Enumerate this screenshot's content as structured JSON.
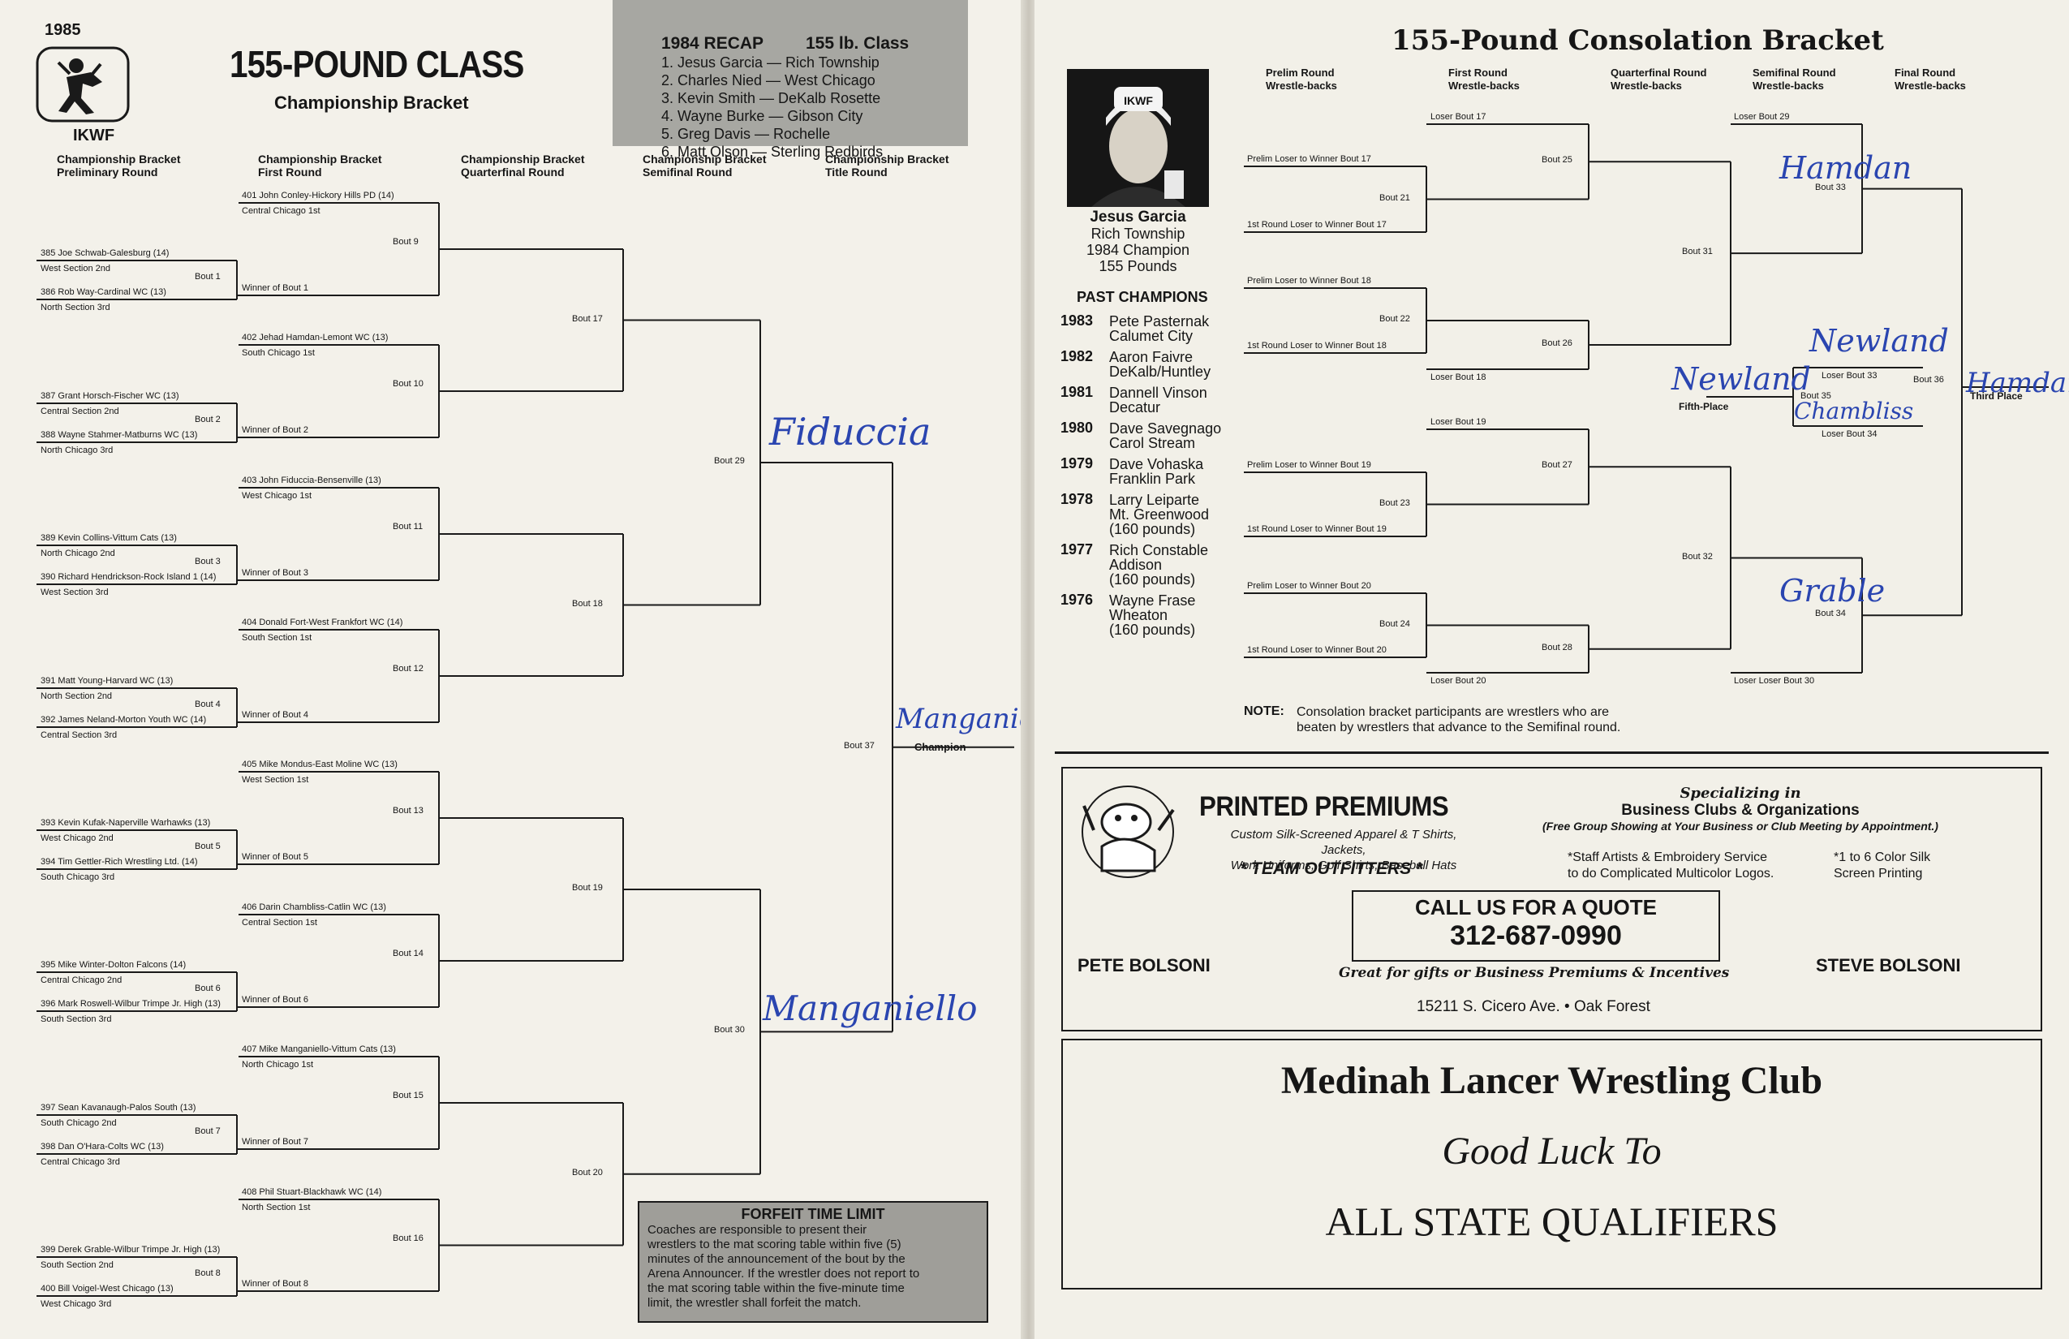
{
  "left": {
    "year": "1985",
    "org": "IKWF",
    "title": "155-POUND CLASS",
    "subtitle": "Championship Bracket",
    "col_heads": [
      [
        "Championship Bracket",
        "Preliminary Round"
      ],
      [
        "Championship Bracket",
        "First Round"
      ],
      [
        "Championship Bracket",
        "Quarterfinal Round"
      ],
      [
        "Championship Bracket",
        "Semifinal Round"
      ],
      [
        "Championship Bracket",
        "Title Round"
      ]
    ],
    "recap": {
      "title": "1984 RECAP",
      "class": "155 lb. Class",
      "lines": [
        "1.  Jesus Garcia — Rich Township",
        "2.  Charles Nied — West Chicago",
        "3.  Kevin Smith — DeKalb Rosette",
        "4.  Wayne Burke — Gibson City",
        "5.  Greg Davis — Rochelle",
        "6.  Matt Olson — Sterling Redbirds"
      ]
    },
    "prelim": [
      {
        "top": "385 Joe Schwab-Galesburg (14)",
        "top_sec": "West Section 2nd",
        "bout": "Bout 1",
        "bot": "386 Rob Way-Cardinal WC (13)",
        "bot_sec": "North Section 3rd"
      },
      {
        "top": "387 Grant Horsch-Fischer WC (13)",
        "top_sec": "Central Section 2nd",
        "bout": "Bout 2",
        "bot": "388 Wayne Stahmer-Matburns WC (13)",
        "bot_sec": "North Chicago 3rd"
      },
      {
        "top": "389 Kevin Collins-Vittum Cats (13)",
        "top_sec": "North Chicago 2nd",
        "bout": "Bout 3",
        "bot": "390 Richard Hendrickson-Rock Island 1 (14)",
        "bot_sec": "West Section 3rd"
      },
      {
        "top": "391 Matt Young-Harvard WC (13)",
        "top_sec": "North Section 2nd",
        "bout": "Bout 4",
        "bot": "392 James Neland-Morton Youth WC (14)",
        "bot_sec": "Central Section 3rd"
      },
      {
        "top": "393 Kevin Kufak-Naperville Warhawks (13)",
        "top_sec": "West Chicago 2nd",
        "bout": "Bout 5",
        "bot": "394 Tim Gettler-Rich Wrestling Ltd. (14)",
        "bot_sec": "South Chicago 3rd"
      },
      {
        "top": "395 Mike Winter-Dolton Falcons (14)",
        "top_sec": "Central Chicago 2nd",
        "bout": "Bout 6",
        "bot": "396 Mark Roswell-Wilbur Trimpe Jr. High (13)",
        "bot_sec": "South Section 3rd"
      },
      {
        "top": "397 Sean Kavanaugh-Palos South (13)",
        "top_sec": "South Chicago 2nd",
        "bout": "Bout 7",
        "bot": "398 Dan O'Hara-Colts WC (13)",
        "bot_sec": "Central Chicago 3rd"
      },
      {
        "top": "399 Derek Grable-Wilbur Trimpe Jr. High (13)",
        "top_sec": "South Section 2nd",
        "bout": "Bout 8",
        "bot": "400 Bill Voigel-West Chicago (13)",
        "bot_sec": "West Chicago 3rd"
      }
    ],
    "first": [
      {
        "top": "401 John Conley-Hickory Hills PD (14)",
        "top_sec": "Central Chicago 1st",
        "bout": "Bout  9",
        "winner": "Winner of Bout 1"
      },
      {
        "top": "402 Jehad Hamdan-Lemont WC (13)",
        "top_sec": "South Chicago 1st",
        "bout": "Bout 10",
        "winner": "Winner of Bout 2"
      },
      {
        "top": "403 John Fiduccia-Bensenville (13)",
        "top_sec": "West Chicago 1st",
        "bout": "Bout 11",
        "winner": "Winner of Bout 3"
      },
      {
        "top": "404 Donald Fort-West Frankfort WC (14)",
        "top_sec": "South Section 1st",
        "bout": "Bout 12",
        "winner": "Winner of Bout 4"
      },
      {
        "top": "405 Mike Mondus-East Moline WC (13)",
        "top_sec": "West Section 1st",
        "bout": "Bout 13",
        "winner": "Winner of Bout 5"
      },
      {
        "top": "406 Darin Chambliss-Catlin WC (13)",
        "top_sec": "Central Section 1st",
        "bout": "Bout 14",
        "winner": "Winner of Bout 6"
      },
      {
        "top": "407 Mike Manganiello-Vittum Cats (13)",
        "top_sec": "North Chicago 1st",
        "bout": "Bout 15",
        "winner": "Winner of Bout 7"
      },
      {
        "top": "408 Phil Stuart-Blackhawk WC (14)",
        "top_sec": "North Section 1st",
        "bout": "Bout 16",
        "winner": "Winner of Bout 8"
      }
    ],
    "quarter": [
      "Bout 17",
      "Bout 18",
      "Bout 19",
      "Bout 20"
    ],
    "semi": [
      "Bout 29",
      "Bout 30"
    ],
    "final": "Bout 37",
    "champion_label": "Champion",
    "handwritten": {
      "semi_top": "Fiducc",
      "semi_top_end": "ia",
      "semi_bottom": "Manganie",
      "semi_bottom_end": "llo",
      "champion": "Manganiello"
    },
    "forfeit": {
      "title": "FORFEIT TIME LIMIT",
      "lines": [
        "Coaches are responsible to present their",
        "wrestlers to the mat scoring table within five (5)",
        "minutes of the announcement of the bout by the",
        "Arena Announcer. If the wrestler does not report to",
        "the mat scoring table within the five-minute time",
        "limit, the wrestler shall forfeit the match."
      ]
    }
  },
  "right": {
    "title": "155-Pound Consolation Bracket",
    "col_heads": [
      [
        "Prelim Round",
        "Wrestle-backs"
      ],
      [
        "First Round",
        "Wrestle-backs"
      ],
      [
        "Quarterfinal Round",
        "Wrestle-backs"
      ],
      [
        "Semifinal Round",
        "Wrestle-backs"
      ],
      [
        "Final Round",
        "Wrestle-backs"
      ]
    ],
    "photo_cap": "IKWF",
    "champ": {
      "name": "Jesus Garcia",
      "team": "Rich Township",
      "line3": "1984 Champion",
      "line4": "155 Pounds"
    },
    "past_title": "PAST CHAMPIONS",
    "past": [
      {
        "year": "1983",
        "lines": [
          "Pete Pasternak",
          "Calumet City"
        ]
      },
      {
        "year": "1982",
        "lines": [
          "Aaron Faivre",
          "DeKalb/Huntley"
        ]
      },
      {
        "year": "1981",
        "lines": [
          "Dannell Vinson",
          "Decatur"
        ]
      },
      {
        "year": "1980",
        "lines": [
          "Dave Savegnago",
          "Carol Stream"
        ]
      },
      {
        "year": "1979",
        "lines": [
          "Dave Vohaska",
          "Franklin Park"
        ]
      },
      {
        "year": "1978",
        "lines": [
          "Larry Leiparte",
          "Mt. Greenwood",
          "(160 pounds)"
        ]
      },
      {
        "year": "1977",
        "lines": [
          "Rich Constable",
          "Addison",
          "(160 pounds)"
        ]
      },
      {
        "year": "1976",
        "lines": [
          "Wayne Frase",
          "Wheaton",
          "(160 pounds)"
        ]
      }
    ],
    "prelim": [
      {
        "top": "Prelim Loser to Winner Bout 17",
        "bout": "Bout 21",
        "bot": "1st Round Loser to Winner Bout 17"
      },
      {
        "top": "Prelim Loser to Winner Bout 18",
        "bout": "Bout 22",
        "bot": "1st Round Loser to Winner Bout 18"
      },
      {
        "top": "Prelim Loser to Winner Bout 19",
        "bout": "Bout 23",
        "bot": "1st Round Loser to Winner Bout 19"
      },
      {
        "top": "Prelim Loser to Winner Bout 20",
        "bout": "Bout 24",
        "bot": "1st Round Loser to Winner Bout 20"
      }
    ],
    "first": [
      {
        "top": "Loser Bout 17",
        "bout": "Bout 25"
      },
      {
        "bot": "Loser Bout 18",
        "bout": "Bout 26"
      },
      {
        "top": "Loser Bout 19",
        "bout": "Bout 27"
      },
      {
        "bot": "Loser Bout 20",
        "bout": "Bout 28"
      }
    ],
    "quarter": [
      "Bout 31",
      "Bout 32"
    ],
    "semi": [
      {
        "top": "Loser Bout 29",
        "bout": "Bout 33"
      },
      {
        "bot": "Loser Loser Bout 30",
        "bout": "Bout 34"
      }
    ],
    "bout35": {
      "top": "Loser Bout 33",
      "bout": "Bout 35",
      "bot": "Loser Bout 34",
      "label": "Fifth-Place"
    },
    "bout36": {
      "bout": "Bout 36",
      "label": "Third Place"
    },
    "handwritten": {
      "b33": "Hamdan",
      "b34": "Grable",
      "b35_top": "Newland",
      "b35_bot": "Chambliss",
      "fifth": "Newland",
      "third": "Hamdan"
    },
    "note_label": "NOTE:",
    "note": [
      "Consolation bracket participants are wrestlers who are",
      "beaten by wrestlers that advance to the Semifinal round."
    ],
    "ad1": {
      "company": "PRINTED PREMIUMS",
      "desc": [
        "Custom Silk-Screened Apparel & T Shirts, Jackets,",
        "Work Uniforms, Golf Shirts, Baseball Hats"
      ],
      "tag": "*  TEAM OUTFITTERS  *",
      "spec": "Specializing in",
      "spec2": "Business Clubs & Organizations",
      "spec3": "(Free Group Showing at Your Business or Club Meeting by Appointment.)",
      "b1": [
        "*Staff Artists & Embroidery Service",
        "to do Complicated Multicolor Logos."
      ],
      "b2": [
        "*1 to 6 Color Silk",
        "Screen Printing"
      ],
      "call": "CALL US FOR A QUOTE",
      "phone": "312-687-0990",
      "great": "Great for gifts or Business Premiums & Incentives",
      "addr": "15211 S. Cicero Ave.  •  Oak Forest",
      "left_name": "PETE BOLSONI",
      "right_name": "STEVE BOLSONI"
    },
    "ad2": {
      "line1": "Medinah Lancer Wrestling Club",
      "line2": "Good Luck To",
      "line3": "ALL STATE QUALIFIERS"
    }
  }
}
